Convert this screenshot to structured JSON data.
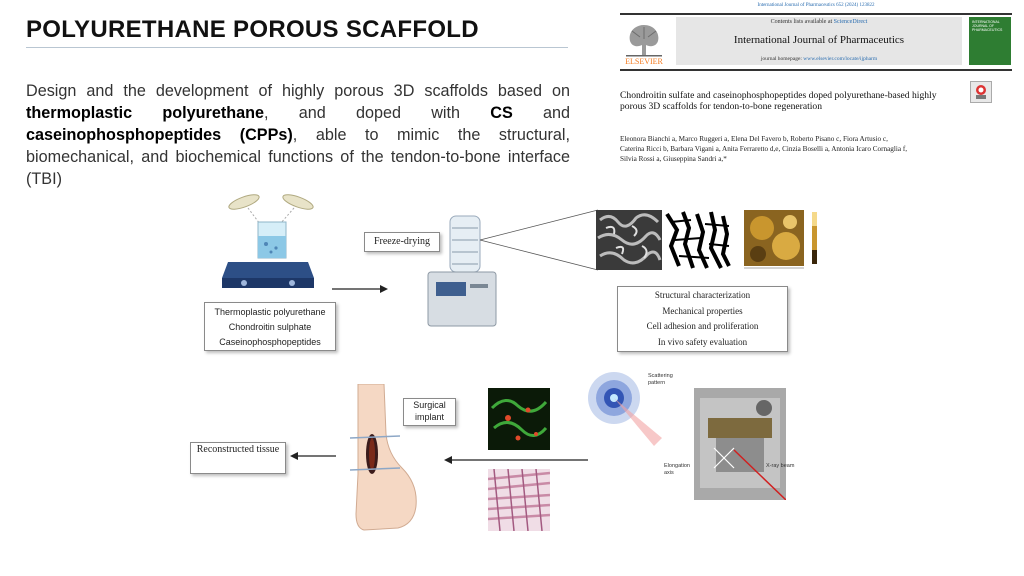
{
  "slide": {
    "title": "POLYURETHANE POROUS SCAFFOLD",
    "description": {
      "p1": "Design and the development of highly porous 3D scaffolds based on ",
      "b1": "thermoplastic polyurethane",
      "p2": ", and doped with ",
      "b2": "CS",
      "p3": " and ",
      "b3": "caseinophosphopeptides (CPPs)",
      "p4": ", able to mimic the structural, biomechanical, and biochemical functions of the tendon-to-bone interface (TBI)"
    }
  },
  "journal": {
    "citation": "International Journal of Pharmaceutics 652 (2024) 123822",
    "contents_prefix": "Contents lists available at ",
    "contents_link": "ScienceDirect",
    "name": "International Journal of Pharmaceutics",
    "homepage_prefix": "journal homepage: ",
    "homepage_link": "www.elsevier.com/locate/ijpharm",
    "publisher": "ELSEVIER",
    "cover_title": "INTERNATIONAL JOURNAL OF PHARMACEUTICS"
  },
  "paper": {
    "title": "Chondroitin sulfate and caseinophosphopeptides doped polyurethane-based highly porous 3D scaffolds for tendon-to-bone regeneration",
    "authors_line1": "Eleonora Bianchi a, Marco Ruggeri a, Elena Del Favero b, Roberto Pisano c, Fiora Artusio c,",
    "authors_line2": "Caterina Ricci b, Barbara Vigani a, Anita Ferraretto d,e, Cinzia Boselli a, Antonia Icaro Cornaglia f,",
    "authors_line3": "Silvia Rossi a, Giuseppina Sandri a,*"
  },
  "diagram": {
    "freeze_drying": "Freeze-drying",
    "ingredients": [
      "Thermoplastic polyurethane",
      "Chondroitin sulphate",
      "Caseinophosphopeptides"
    ],
    "analyses": [
      "Structural characterization",
      "Mechanical properties",
      "Cell adhesion  and proliferation",
      "In vivo safety evaluation"
    ],
    "surgical_implant": "Surgical implant",
    "reconstructed_tissue": "Reconstructed tissue",
    "scattering_pattern": "Scattering pattern",
    "elongation_axis": "Elongation axis",
    "xray_beam": "X-ray beam"
  },
  "colors": {
    "accent_blue": "#2a6db0",
    "elsevier_orange": "#f47b20",
    "cover_green": "#2e7d32",
    "rule": "#b9c6d2"
  }
}
